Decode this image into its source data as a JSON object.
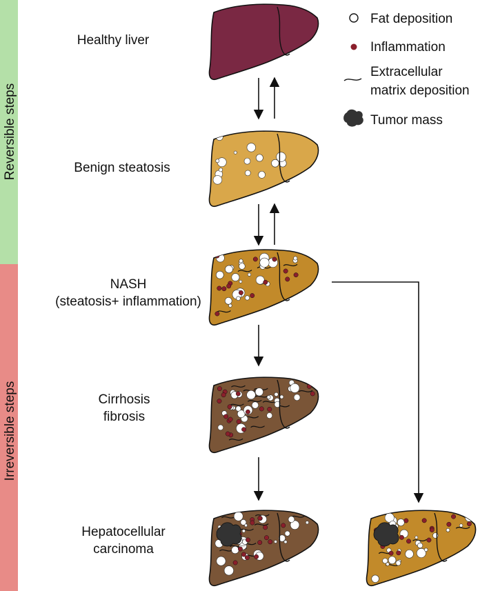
{
  "side_bars": {
    "reversible": {
      "label": "Reversible steps",
      "color": "#b4e0a8"
    },
    "irreversible": {
      "label": "Irreversible steps",
      "color": "#e88b87"
    }
  },
  "stages": [
    {
      "id": "healthy",
      "label_lines": [
        "Healthy liver"
      ],
      "color": "#7a2843"
    },
    {
      "id": "steatosis",
      "label_lines": [
        "Benign steatosis"
      ],
      "color": "#d9a74a"
    },
    {
      "id": "nash",
      "label_lines": [
        "NASH",
        "(steatosis+ inflammation)"
      ],
      "color": "#c28a2a"
    },
    {
      "id": "cirrhosis",
      "label_lines": [
        "Cirrhosis",
        "fibrosis"
      ],
      "color": "#7a5537"
    },
    {
      "id": "hcc",
      "label_lines": [
        "Hepatocellular",
        "carcinoma"
      ],
      "color": "#7a5537"
    }
  ],
  "hcc_from_nash_color": "#c28a2a",
  "legend": [
    {
      "icon": "fat-icon",
      "label_lines": [
        "Fat deposition"
      ]
    },
    {
      "icon": "inflammation-icon",
      "label_lines": [
        "Inflammation"
      ],
      "color": "#8a1f2b"
    },
    {
      "icon": "matrix-icon",
      "label_lines": [
        "Extracellular",
        "matrix deposition"
      ]
    },
    {
      "icon": "tumor-icon",
      "label_lines": [
        "Tumor mass"
      ],
      "color": "#333333"
    }
  ]
}
